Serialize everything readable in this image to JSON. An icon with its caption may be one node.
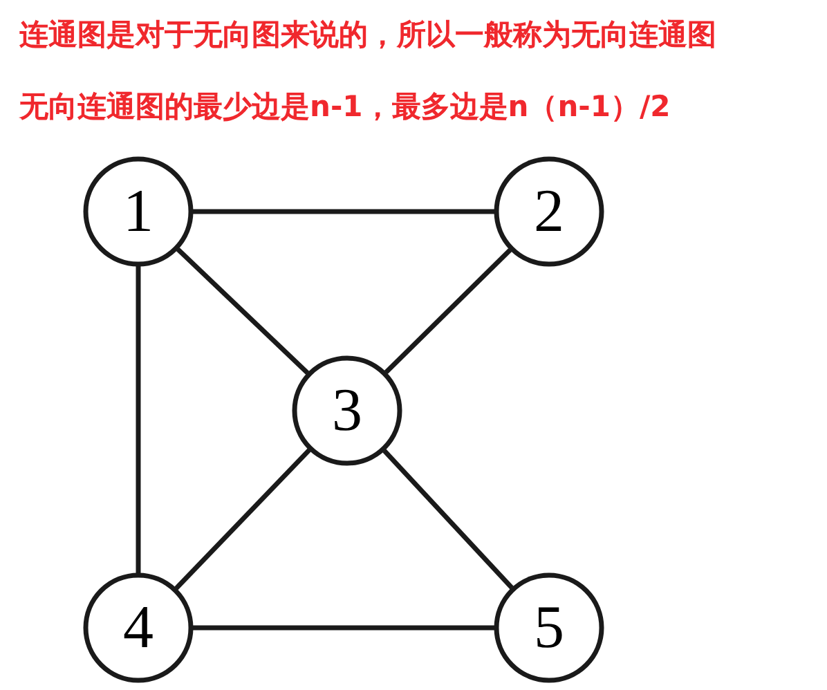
{
  "diagram": {
    "nodes": [
      {
        "text": [
          "1"
        ]
      },
      {
        "text": [
          "2"
        ]
      },
      {
        "text": [
          "3"
        ]
      },
      {
        "text": [
          "4"
        ]
      },
      {
        "text": [
          "5"
        ]
      }
    ],
    "edges": [
      {
        "from": 0,
        "to": 1,
        "arrow": "none"
      },
      {
        "from": 0,
        "to": 2,
        "arrow": "none"
      },
      {
        "from": 0,
        "to": 3,
        "arrow": "none"
      },
      {
        "from": 1,
        "to": 2,
        "arrow": "none"
      },
      {
        "from": 2,
        "to": 3,
        "arrow": "none"
      },
      {
        "from": 2,
        "to": 4,
        "arrow": "none"
      },
      {
        "from": 3,
        "to": 4,
        "arrow": "none"
      }
    ],
    "labels": [
      "连通图是对于无向图来说的，所以一般称为无向连通图",
      "无向连通图的最少边是n-1，最多边是n（n-1）/2"
    ]
  }
}
